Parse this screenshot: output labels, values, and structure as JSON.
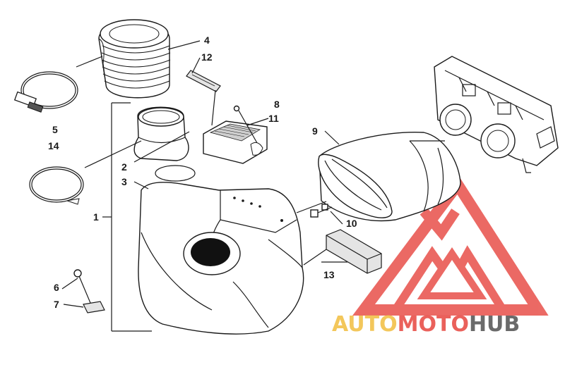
{
  "diagram": {
    "callouts": [
      {
        "id": "1",
        "text": "1"
      },
      {
        "id": "2",
        "text": "2"
      },
      {
        "id": "3",
        "text": "3"
      },
      {
        "id": "4",
        "text": "4"
      },
      {
        "id": "5",
        "text": "5"
      },
      {
        "id": "6",
        "text": "6"
      },
      {
        "id": "7",
        "text": "7"
      },
      {
        "id": "8",
        "text": "8"
      },
      {
        "id": "9",
        "text": "9"
      },
      {
        "id": "10",
        "text": "10"
      },
      {
        "id": "11",
        "text": "11"
      },
      {
        "id": "12",
        "text": "12"
      },
      {
        "id": "13",
        "text": "13"
      },
      {
        "id": "14",
        "text": "14"
      }
    ]
  },
  "watermark": {
    "part1": "AUTO",
    "part2": "MOTO",
    "part3": "HUB",
    "colors": {
      "logo": "#e8504a",
      "auto": "#f2c14a",
      "moto": "#e8504a",
      "hub": "#5a5a5a"
    }
  }
}
